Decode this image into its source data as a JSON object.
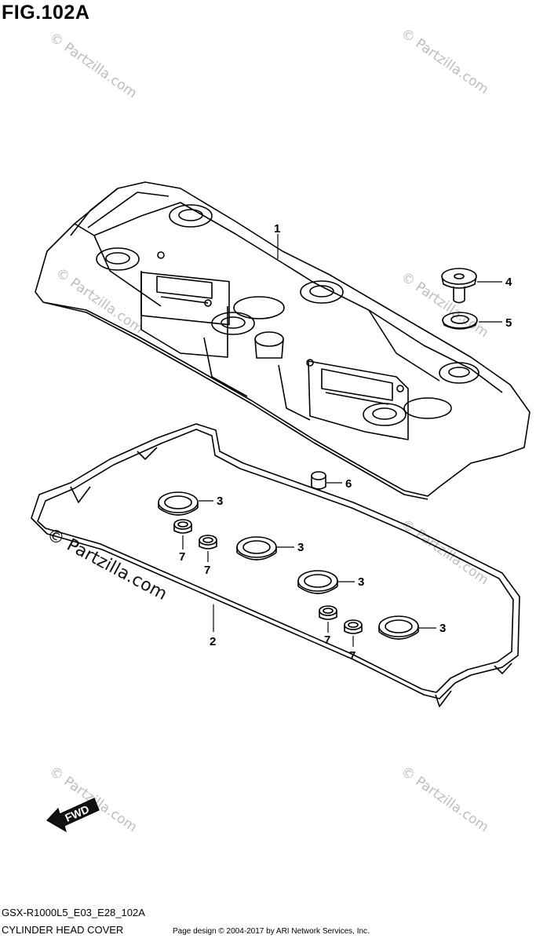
{
  "figure": {
    "title": "FIG.102A"
  },
  "callouts": [
    {
      "id": "1",
      "label": "1"
    },
    {
      "id": "2",
      "label": "2"
    },
    {
      "id": "3",
      "label": "3"
    },
    {
      "id": "4",
      "label": "4"
    },
    {
      "id": "5",
      "label": "5"
    },
    {
      "id": "6",
      "label": "6"
    },
    {
      "id": "7",
      "label": "7"
    }
  ],
  "orientation": {
    "label": "FWD"
  },
  "watermark": {
    "text": "© Partzilla.com"
  },
  "footer": {
    "model_code": "GSX-R1000L5_E03_E28_102A",
    "section_name": "CYLINDER HEAD COVER",
    "credit": "Page design © 2004-2017 by ARI Network Services, Inc."
  }
}
